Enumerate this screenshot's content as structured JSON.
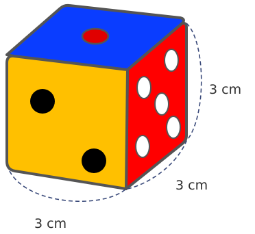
{
  "diagram": {
    "object": "die",
    "faces": {
      "top": {
        "color": "#0a3dff",
        "pips": 1,
        "pip_color": "#e00000"
      },
      "front": {
        "color": "#ffc000",
        "pips": 2,
        "pip_color": "#000000"
      },
      "side": {
        "color": "#ff0000",
        "pips": 5,
        "pip_color": "#ffffff"
      }
    },
    "outline_color": "#555555",
    "dimension_line_color": "#3a4a7a",
    "dimensions": {
      "height_label": "3 cm",
      "depth_label": "3 cm",
      "width_label": "3 cm"
    }
  }
}
